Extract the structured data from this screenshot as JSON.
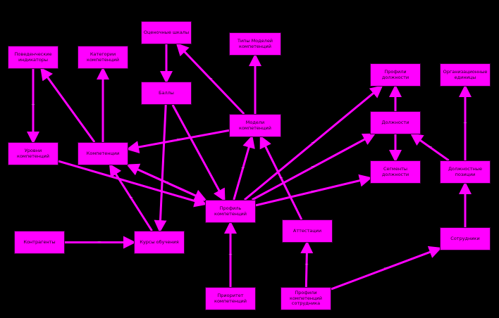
{
  "colors": {
    "background": "#000000",
    "node_fill": "#ff00ff",
    "edge": "#ff00ff"
  },
  "nodes": [
    {
      "id": "otsenochnye_shkaly",
      "label": "Оценочные шкалы"
    },
    {
      "id": "tipy_modeley",
      "label": "Типы Моделей компетенций"
    },
    {
      "id": "povedencheskie",
      "label": "Поведенческие индикаторы"
    },
    {
      "id": "kategorii",
      "label": "Категории компетенций"
    },
    {
      "id": "bally",
      "label": "Баллы"
    },
    {
      "id": "profili_dolzhnosti",
      "label": "Профили должности"
    },
    {
      "id": "org_edinitsy",
      "label": "Организационные единицы"
    },
    {
      "id": "modeli",
      "label": "Модели компетенций"
    },
    {
      "id": "dolzhnosti",
      "label": "Должности"
    },
    {
      "id": "urovni",
      "label": "Уровни компетенций"
    },
    {
      "id": "kompetentsii",
      "label": "Компетенции"
    },
    {
      "id": "segmenty",
      "label": "Сегменты должности"
    },
    {
      "id": "dolzhnostnye_pozitsii",
      "label": "Должностные позиции"
    },
    {
      "id": "profil_kompetentsiy",
      "label": "Профиль компетенций"
    },
    {
      "id": "kontragenty",
      "label": "Контрагенты"
    },
    {
      "id": "kursy",
      "label": "Курсы обучения"
    },
    {
      "id": "attestatsii",
      "label": "Аттестации"
    },
    {
      "id": "sotrudniki",
      "label": "Сотрудники"
    },
    {
      "id": "prioritet",
      "label": "Приоритет компетенций"
    },
    {
      "id": "profili_sotrudnika",
      "label": "Профили компетенций сотрудника"
    }
  ],
  "edges": [
    {
      "from": "otsenochnye_shkaly",
      "to": "bally",
      "label": ""
    },
    {
      "from": "modeli",
      "to": "otsenochnye_shkaly",
      "label": "—"
    },
    {
      "from": "modeli",
      "to": "tipy_modeley",
      "label": ""
    },
    {
      "from": "povedencheskie",
      "to": "urovni",
      "label": "—"
    },
    {
      "from": "kompetentsii",
      "to": "povedencheskie",
      "label": ""
    },
    {
      "from": "kompetentsii",
      "to": "kategorii",
      "label": ""
    },
    {
      "from": "modeli",
      "to": "kompetentsii",
      "label": "—"
    },
    {
      "from": "urovni",
      "to": "profil_kompetentsiy",
      "label": ""
    },
    {
      "from": "kompetentsii",
      "to": "profil_kompetentsiy",
      "label": "—"
    },
    {
      "from": "bally",
      "to": "profil_kompetentsiy",
      "label": ""
    },
    {
      "from": "bally",
      "to": "kursy",
      "label": ""
    },
    {
      "from": "kursy",
      "to": "kompetentsii",
      "label": "—"
    },
    {
      "from": "profil_kompetentsiy",
      "to": "modeli",
      "label": "—"
    },
    {
      "from": "profil_kompetentsiy",
      "to": "kompetentsii",
      "label": ""
    },
    {
      "from": "profil_kompetentsiy",
      "to": "profili_dolzhnosti",
      "label": "—"
    },
    {
      "from": "profil_kompetentsiy",
      "to": "dolzhnosti",
      "label": "—"
    },
    {
      "from": "profil_kompetentsiy",
      "to": "segmenty",
      "label": "—"
    },
    {
      "from": "attestatsii",
      "to": "modeli",
      "label": "—"
    },
    {
      "from": "dolzhnosti",
      "to": "profili_dolzhnosti",
      "label": ""
    },
    {
      "from": "dolzhnosti",
      "to": "segmenty",
      "label": ""
    },
    {
      "from": "dolzhnostnye_pozitsii",
      "to": "org_edinitsy",
      "label": "—"
    },
    {
      "from": "dolzhnostnye_pozitsii",
      "to": "dolzhnosti",
      "label": "—"
    },
    {
      "from": "sotrudniki",
      "to": "dolzhnostnye_pozitsii",
      "label": ""
    },
    {
      "from": "kontragenty",
      "to": "kursy",
      "label": "—"
    },
    {
      "from": "prioritet",
      "to": "profil_kompetentsiy",
      "label": "—"
    },
    {
      "from": "profili_sotrudnika",
      "to": "attestatsii",
      "label": "—"
    },
    {
      "from": "profili_sotrudnika",
      "to": "sotrudniki",
      "label": "—"
    }
  ]
}
